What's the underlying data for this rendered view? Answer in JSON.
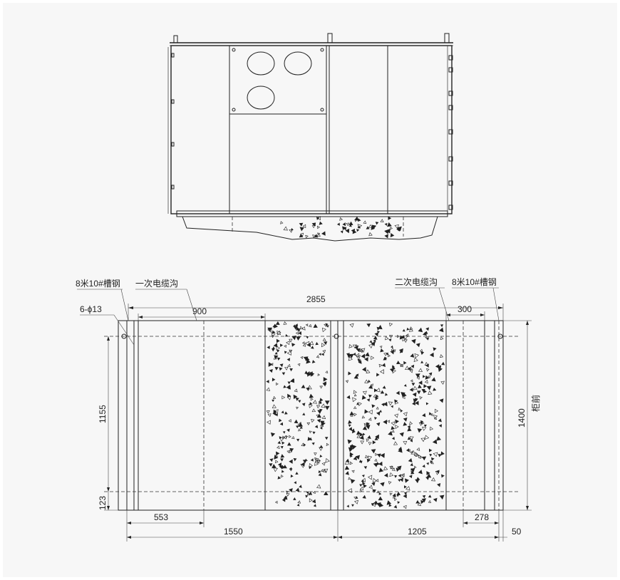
{
  "drawing": {
    "elevation_view": {
      "fan_openings": 3
    },
    "plan_view": {
      "labels": {
        "channel_steel_left": "8米10#槽钢",
        "channel_steel_right": "8米10#槽钢",
        "holes": "6-ϕ13",
        "primary_cable_trench": "一次电缆沟",
        "secondary_cable_trench": "二次电缆沟",
        "cabinet_front": "柜前"
      },
      "dimensions": {
        "overall_length": "2855",
        "primary_trench_width": "900",
        "secondary_trench_width": "300",
        "depth": "1400",
        "inner_depth": "1155",
        "front_offset": "123",
        "left_section": "1550",
        "right_section": "1205",
        "left_offset": "553",
        "right_offset": "278",
        "front_margin": "50"
      }
    }
  }
}
